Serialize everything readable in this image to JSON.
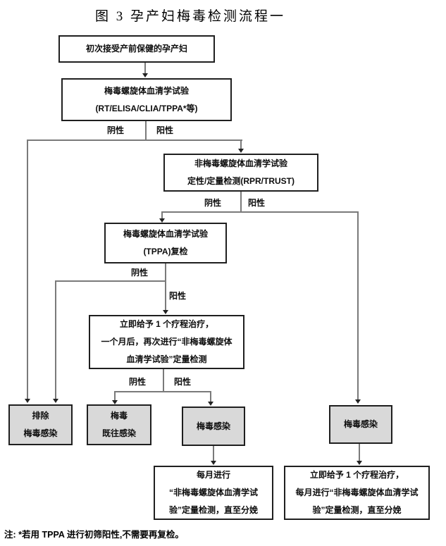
{
  "title": "图 3  孕产妇梅毒检测流程一",
  "note": "注: *若用 TPPA 进行初筛阳性,不需要再复检。",
  "colors": {
    "result_box_fill": "#d9d9d9",
    "box_border": "#1f1f1f",
    "connector_line": "#7a7a7a",
    "text": "#0d0d0d"
  },
  "nodes": {
    "initial": {
      "lines": [
        "初次接受产前保健的孕产妇"
      ]
    },
    "trep_test": {
      "lines": [
        "梅毒螺旋体血清学试验",
        "(RT/ELISA/CLIA/TPPA*等)"
      ]
    },
    "nontrep_test": {
      "lines": [
        "非梅毒螺旋体血清学试验",
        "定性/定量检测(RPR/TRUST)"
      ]
    },
    "tppa_recheck": {
      "lines": [
        "梅毒螺旋体血清学试验",
        "(TPPA)复检"
      ]
    },
    "treatment": {
      "lines": [
        "立即给予 1 个疗程治疗，",
        "一个月后，再次进行“非梅毒螺旋体",
        "血清学试验”定量检测"
      ]
    },
    "excluded": {
      "lines": [
        "排除",
        "梅毒感染"
      ]
    },
    "past_infection": {
      "lines": [
        "梅毒",
        "既往感染"
      ]
    },
    "infection_mid": {
      "lines": [
        "梅毒感染"
      ]
    },
    "infection_right": {
      "lines": [
        "梅毒感染"
      ]
    },
    "monthly_test": {
      "lines": [
        "每月进行",
        "“非梅毒螺旋体血清学试",
        "验”定量检测，直至分娩"
      ]
    },
    "treat_monthly": {
      "lines": [
        "立即给予 1 个疗程治疗，",
        "每月进行“非梅毒螺旋体血清学试",
        "验”定量检测，直至分娩"
      ]
    }
  },
  "edge_labels": {
    "trep_negative": "阴性",
    "trep_positive": "阳性",
    "nontrep_negative": "阴性",
    "nontrep_positive": "阳性",
    "tppa_negative": "阴性",
    "tppa_positive": "阳性",
    "retest_negative": "阴性",
    "retest_positive": "阳性"
  }
}
